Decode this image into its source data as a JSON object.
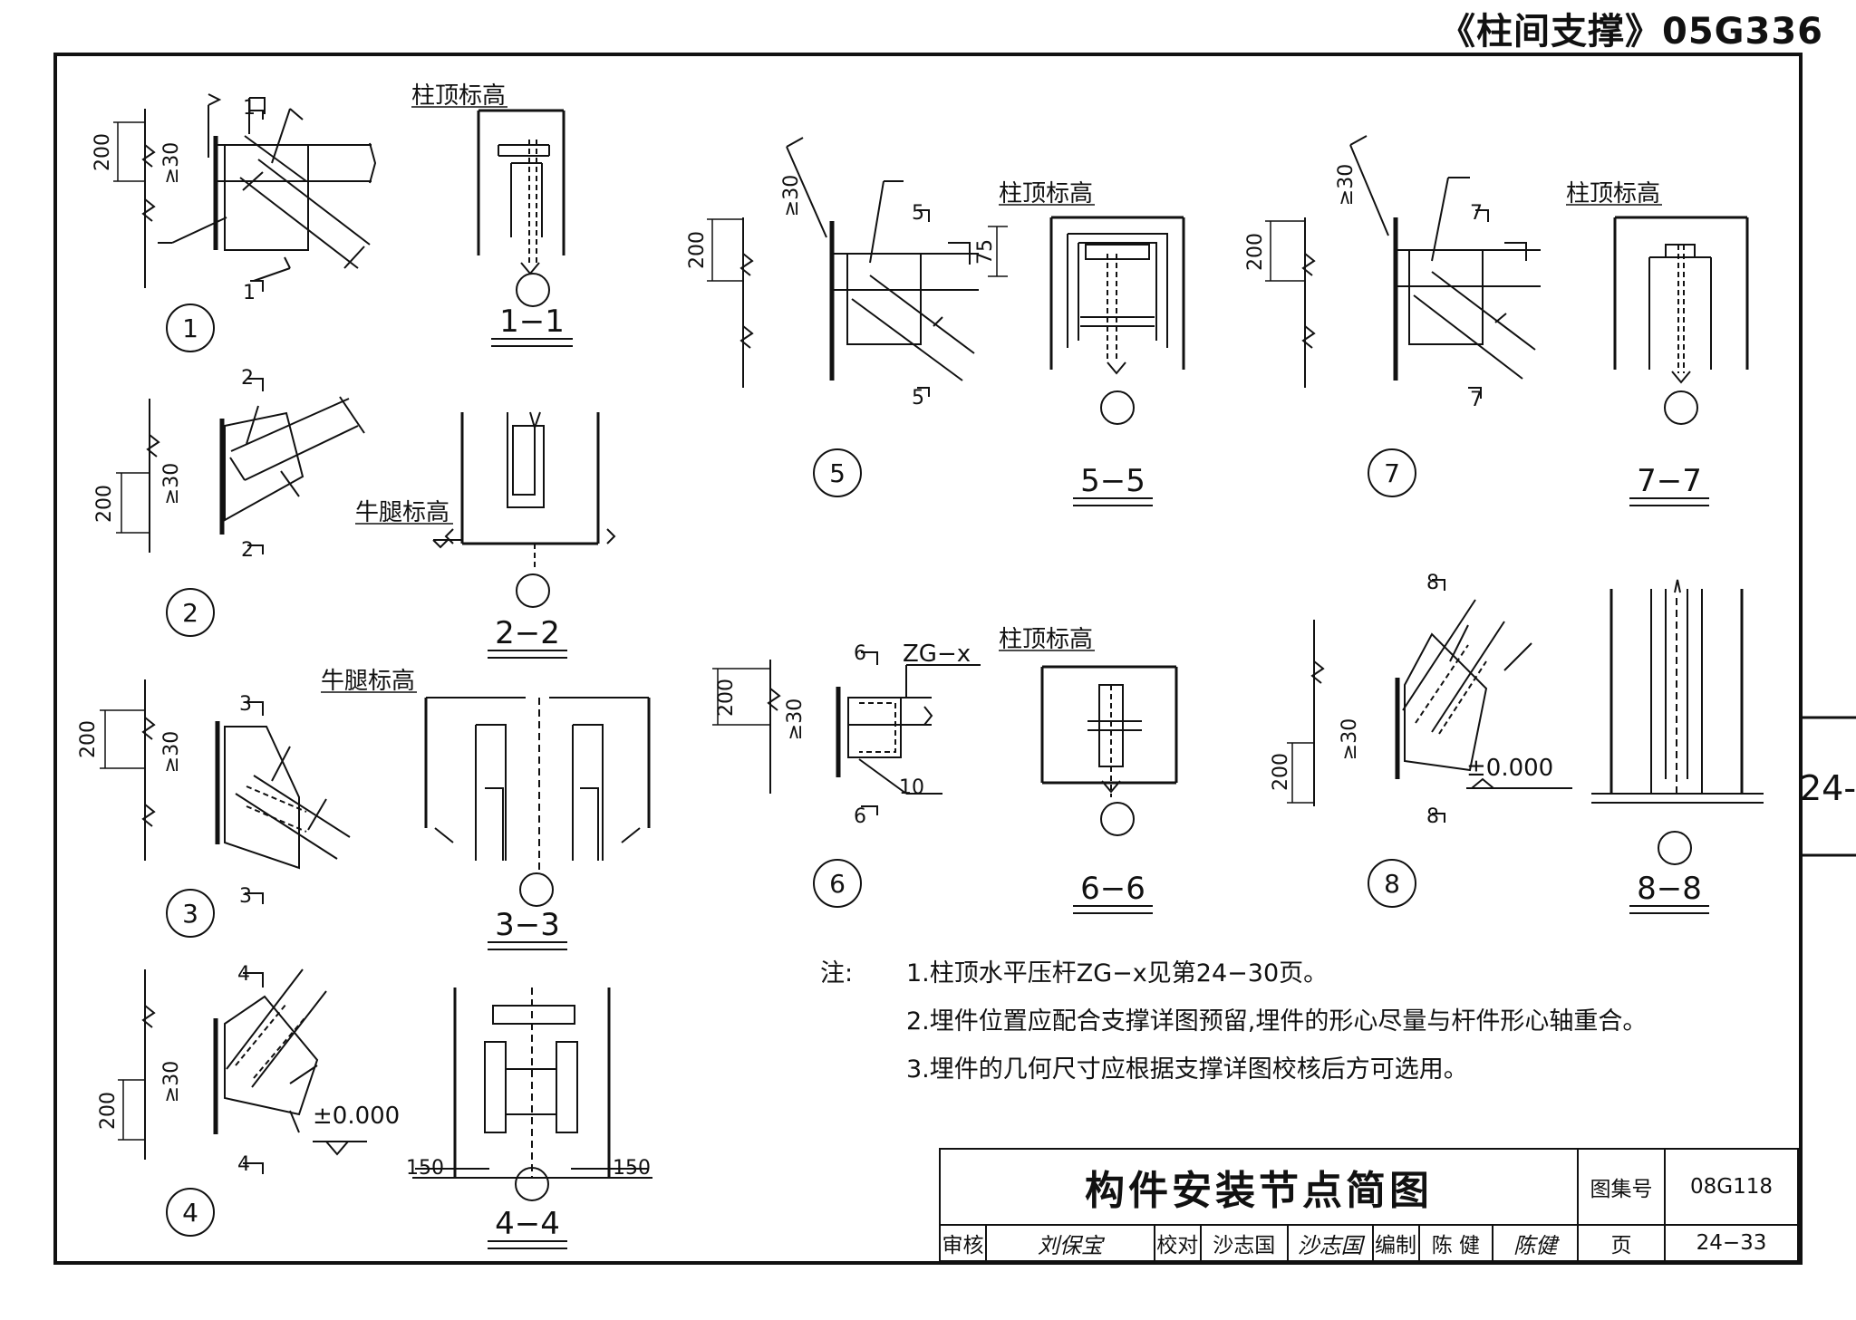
{
  "header": {
    "reference": "《柱间支撑》05G336"
  },
  "side_tab": "24-",
  "labels": {
    "column_top_elev": "柱顶标高",
    "corbel_elev": "牛腿标高",
    "ground_elev": "±0.000",
    "member": "ZG−x"
  },
  "dims": {
    "d200": "200",
    "d30": "≥30",
    "d75": "75",
    "d150": "150",
    "weld10": "10"
  },
  "details": [
    {
      "num": "1",
      "section": "1−1",
      "cut": "1"
    },
    {
      "num": "2",
      "section": "2−2",
      "cut": "2"
    },
    {
      "num": "3",
      "section": "3−3",
      "cut": "3"
    },
    {
      "num": "4",
      "section": "4−4",
      "cut": "4"
    },
    {
      "num": "5",
      "section": "5−5",
      "cut": "5"
    },
    {
      "num": "6",
      "section": "6−6",
      "cut": "6"
    },
    {
      "num": "7",
      "section": "7−7",
      "cut": "7"
    },
    {
      "num": "8",
      "section": "8−8",
      "cut": "8"
    }
  ],
  "notes": {
    "label": "注:",
    "items": [
      "1.柱顶水平压杆ZG−x见第24−30页。",
      "2.埋件位置应配合支撑详图预留,埋件的形心尽量与杆件形心轴重合。",
      "3.埋件的几何尺寸应根据支撑详图校核后方可选用。"
    ]
  },
  "title_block": {
    "title": "构件安装节点简图",
    "atlas_label": "图集号",
    "atlas_no": "08G118",
    "review_label": "审核",
    "review_sig": "刘保宝",
    "check_label": "校对",
    "check_name": "沙志国",
    "check_sig": "沙志国",
    "draw_label": "编制",
    "draw_name": "陈 健",
    "draw_sig": "陈健",
    "page_label": "页",
    "page_no": "24−33"
  }
}
